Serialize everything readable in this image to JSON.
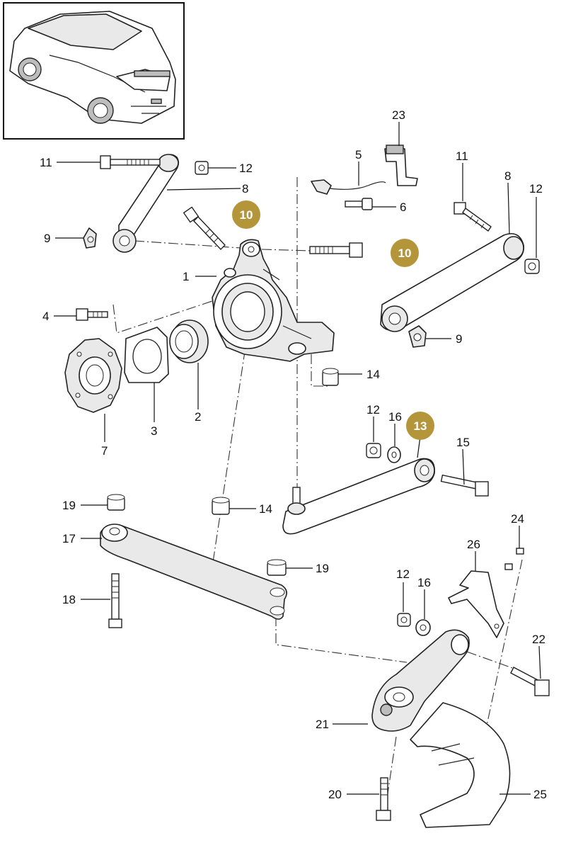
{
  "diagram": {
    "badge_color": "#b5953a",
    "callouts": {
      "c1": "1",
      "c2": "2",
      "c3": "3",
      "c4": "4",
      "c5": "5",
      "c6": "6",
      "c7": "7",
      "c8_left": "8",
      "c8_right": "8",
      "c9_left": "9",
      "c9_right": "9",
      "c10_top": "10",
      "c10_right": "10",
      "c11_left": "11",
      "c11_right": "11",
      "c12_left": "12",
      "c12_right": "12",
      "c12_mid": "12",
      "c12_low": "12",
      "c13": "13",
      "c14_right": "14",
      "c14_mid": "14",
      "c15": "15",
      "c16_mid": "16",
      "c16_low": "16",
      "c17": "17",
      "c18": "18",
      "c19_left": "19",
      "c19_right": "19",
      "c20": "20",
      "c21": "21",
      "c22": "22",
      "c23": "23",
      "c24": "24",
      "c25": "25",
      "c26": "26"
    }
  }
}
